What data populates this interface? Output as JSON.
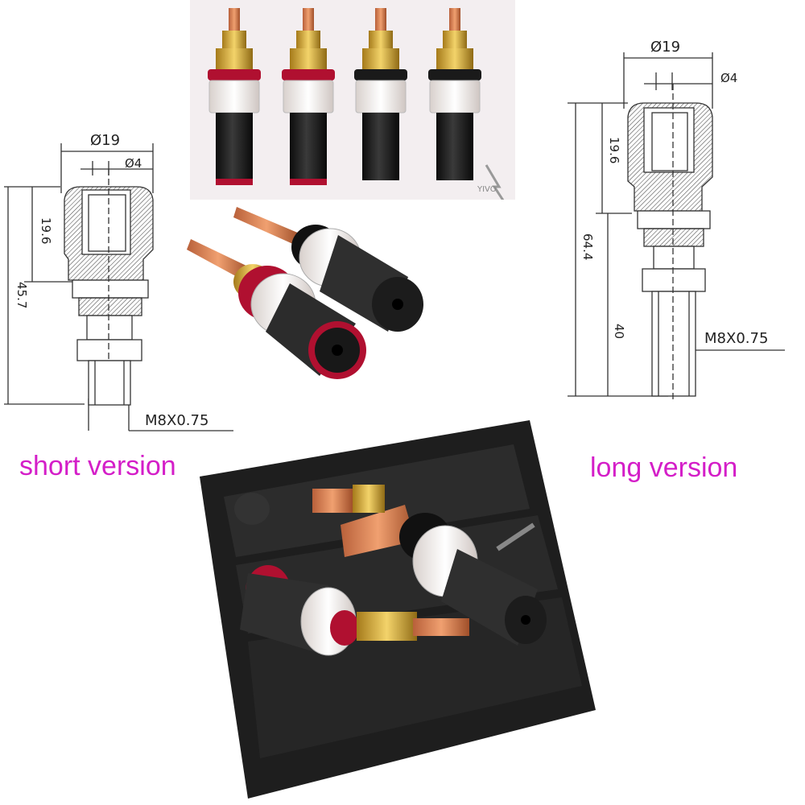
{
  "short_version": {
    "caption": "short version",
    "dim_outer_diameter": "Ø19",
    "dim_hole_diameter": "Ø4",
    "dim_cap_height": "19.6",
    "dim_total_length": "45.7",
    "dim_thread": "M8X0.75"
  },
  "long_version": {
    "caption": "long version",
    "dim_outer_diameter": "Ø19",
    "dim_hole_diameter": "Ø4",
    "dim_cap_height": "19.6",
    "dim_total_length": "64.4",
    "dim_shaft_length": "40",
    "dim_thread": "M8X0.75"
  },
  "watermark": {
    "text": "YIVO"
  },
  "colors": {
    "caption": "#d41ec8",
    "red_ring": "#b01030",
    "black_ring": "#1a1a1a",
    "copper": "#d9855a",
    "gold": "#d4a53a"
  }
}
